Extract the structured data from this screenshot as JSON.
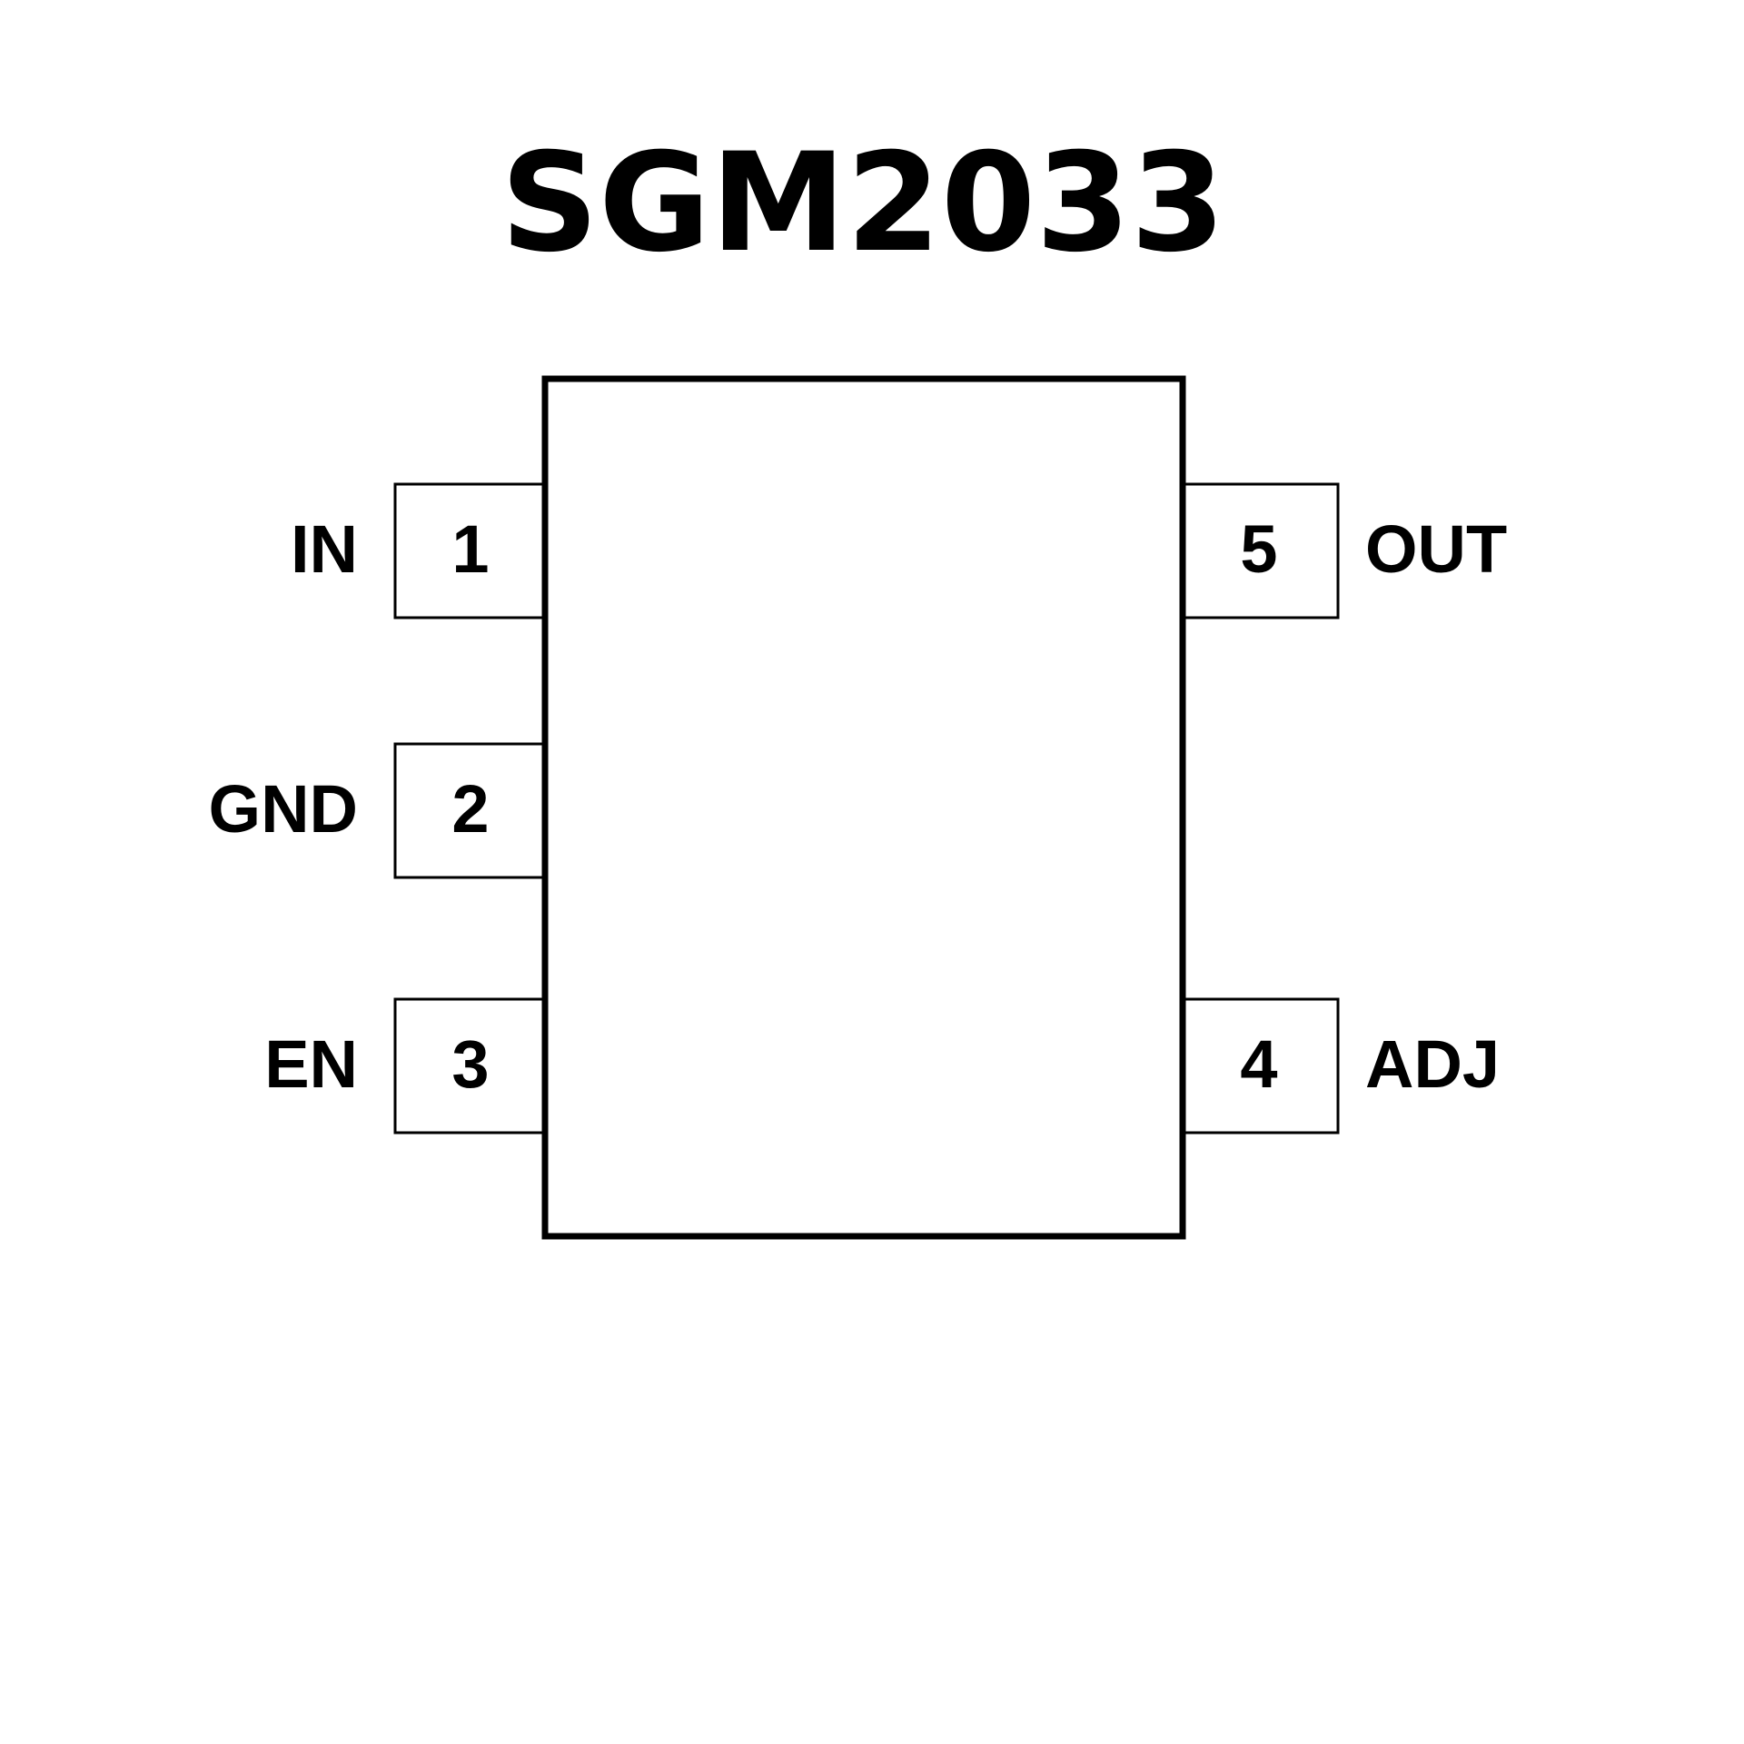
{
  "title": "SGM2033",
  "pins": {
    "p1": {
      "number": "1",
      "name": "IN"
    },
    "p2": {
      "number": "2",
      "name": "GND"
    },
    "p3": {
      "number": "3",
      "name": "EN"
    },
    "p4": {
      "number": "4",
      "name": "ADJ"
    },
    "p5": {
      "number": "5",
      "name": "OUT"
    }
  }
}
